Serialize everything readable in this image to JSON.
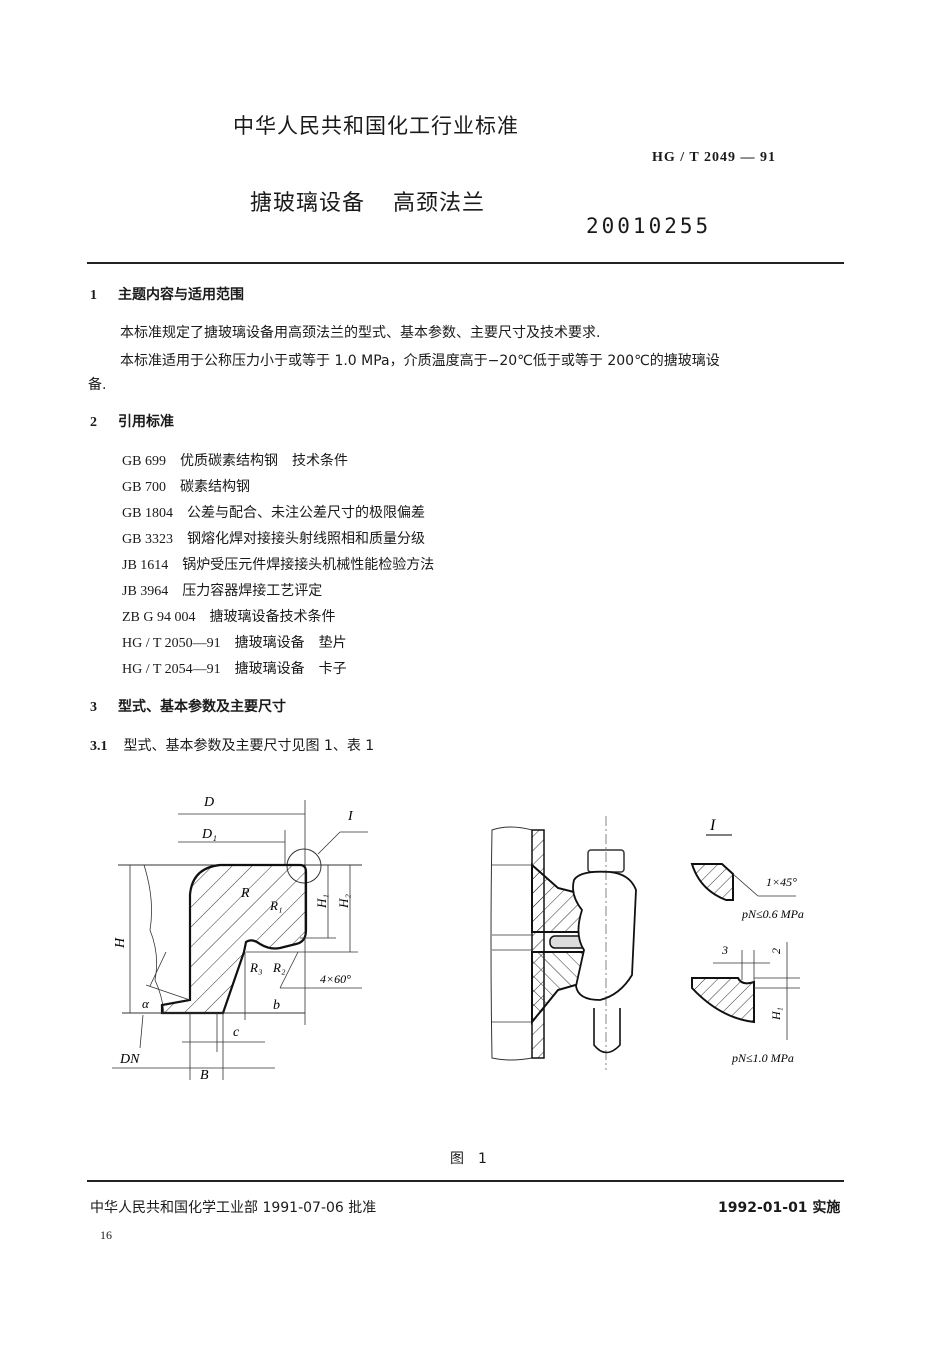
{
  "header": {
    "organization": "中华人民共和国化工行业标准",
    "standard_code": "HG / T  2049 — 91",
    "title_part1": "搪玻璃设备",
    "title_part2": "高颈法兰",
    "document_number": "20010255"
  },
  "sections": [
    {
      "number": "1",
      "heading": "主题内容与适用范围",
      "paragraphs": [
        "本标准规定了搪玻璃设备用高颈法兰的型式、基本参数、主要尺寸及技术要求.",
        "本标准适用于公称压力小于或等于 1.0 MPa，介质温度高于−20℃低于或等于 200℃的搪玻璃设",
        "备."
      ]
    },
    {
      "number": "2",
      "heading": "引用标准",
      "references": [
        {
          "code": "GB 699",
          "title": "优质碳素结构钢　技术条件"
        },
        {
          "code": "GB 700",
          "title": "碳素结构钢"
        },
        {
          "code": "GB 1804",
          "title": "公差与配合、未注公差尺寸的极限偏差"
        },
        {
          "code": "GB 3323",
          "title": "钢熔化焊对接接头射线照相和质量分级"
        },
        {
          "code": "JB 1614",
          "title": "锅炉受压元件焊接接头机械性能检验方法"
        },
        {
          "code": "JB 3964",
          "title": "压力容器焊接工艺评定"
        },
        {
          "code": "ZB G 94 004",
          "title": "搪玻璃设备技术条件"
        },
        {
          "code": "HG / T 2050—91",
          "title": "搪玻璃设备　垫片"
        },
        {
          "code": "HG / T 2054—91",
          "title": "搪玻璃设备　卡子"
        }
      ]
    },
    {
      "number": "3",
      "heading": "型式、基本参数及主要尺寸",
      "subsections": [
        {
          "number": "3.1",
          "text": "型式、基本参数及主要尺寸见图 1、表 1"
        }
      ]
    }
  ],
  "figure": {
    "caption": "图　1",
    "main_view_labels": {
      "D": "D",
      "D1": "D₁",
      "detail_ref": "I",
      "R": "R",
      "R1": "R₁",
      "R2": "R₂",
      "R3": "R₃",
      "H": "H",
      "H1": "H₁",
      "H2": "H₂",
      "chamfer": "4×60°",
      "b": "b",
      "c": "c",
      "alpha": "α",
      "DN": "DN",
      "B": "B"
    },
    "detail_view": {
      "title": "I",
      "upper_chamfer": "1×45°",
      "upper_condition": "pN≤0.6 MPa",
      "lower_dim_3": "3",
      "lower_dim_2": "2",
      "lower_H1": "H₁",
      "lower_condition": "pN≤1.0 MPa"
    }
  },
  "footer": {
    "approval": "中华人民共和国化学工业部 1991-07-06 批准",
    "effective": "1992-01-01 实施",
    "page_number": "16"
  }
}
